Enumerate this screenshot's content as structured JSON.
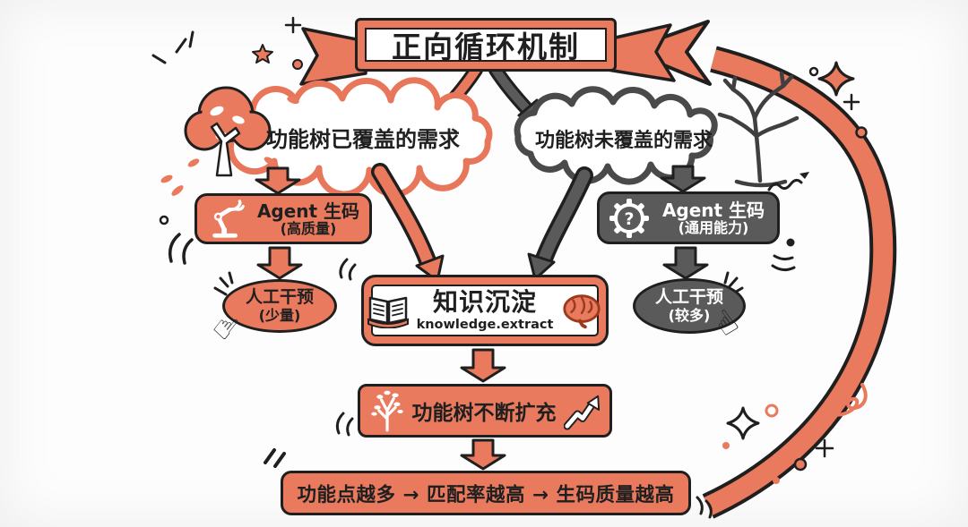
{
  "colors": {
    "orange": "#E97A5E",
    "dark_gray": "#5A5A5A",
    "outline": "#1F1F1F",
    "background": "#FDFDFD"
  },
  "banner": {
    "title": "正向循环机制"
  },
  "clouds": {
    "left": {
      "label": "功能树已覆盖的需求"
    },
    "right": {
      "label": "功能树未覆盖的需求"
    }
  },
  "left_path": {
    "agent_box": {
      "title": "Agent 生码",
      "subtitle": "(高质量)"
    },
    "intervention": {
      "title": "人工干预",
      "subtitle": "(少量)"
    }
  },
  "right_path": {
    "agent_box": {
      "title": "Agent 生码",
      "subtitle": "(通用能力)"
    },
    "intervention": {
      "title": "人工干预",
      "subtitle": "(较多)"
    }
  },
  "knowledge": {
    "title": "知识沉淀",
    "subtitle": "knowledge.extract"
  },
  "expand_box": {
    "label": "功能树不断扩充"
  },
  "bottom_box": {
    "label": "功能点越多 → 匹配率越高 → 生码质量越高"
  },
  "icons": {
    "question_mark": "?",
    "hand_glyph": "☝"
  }
}
